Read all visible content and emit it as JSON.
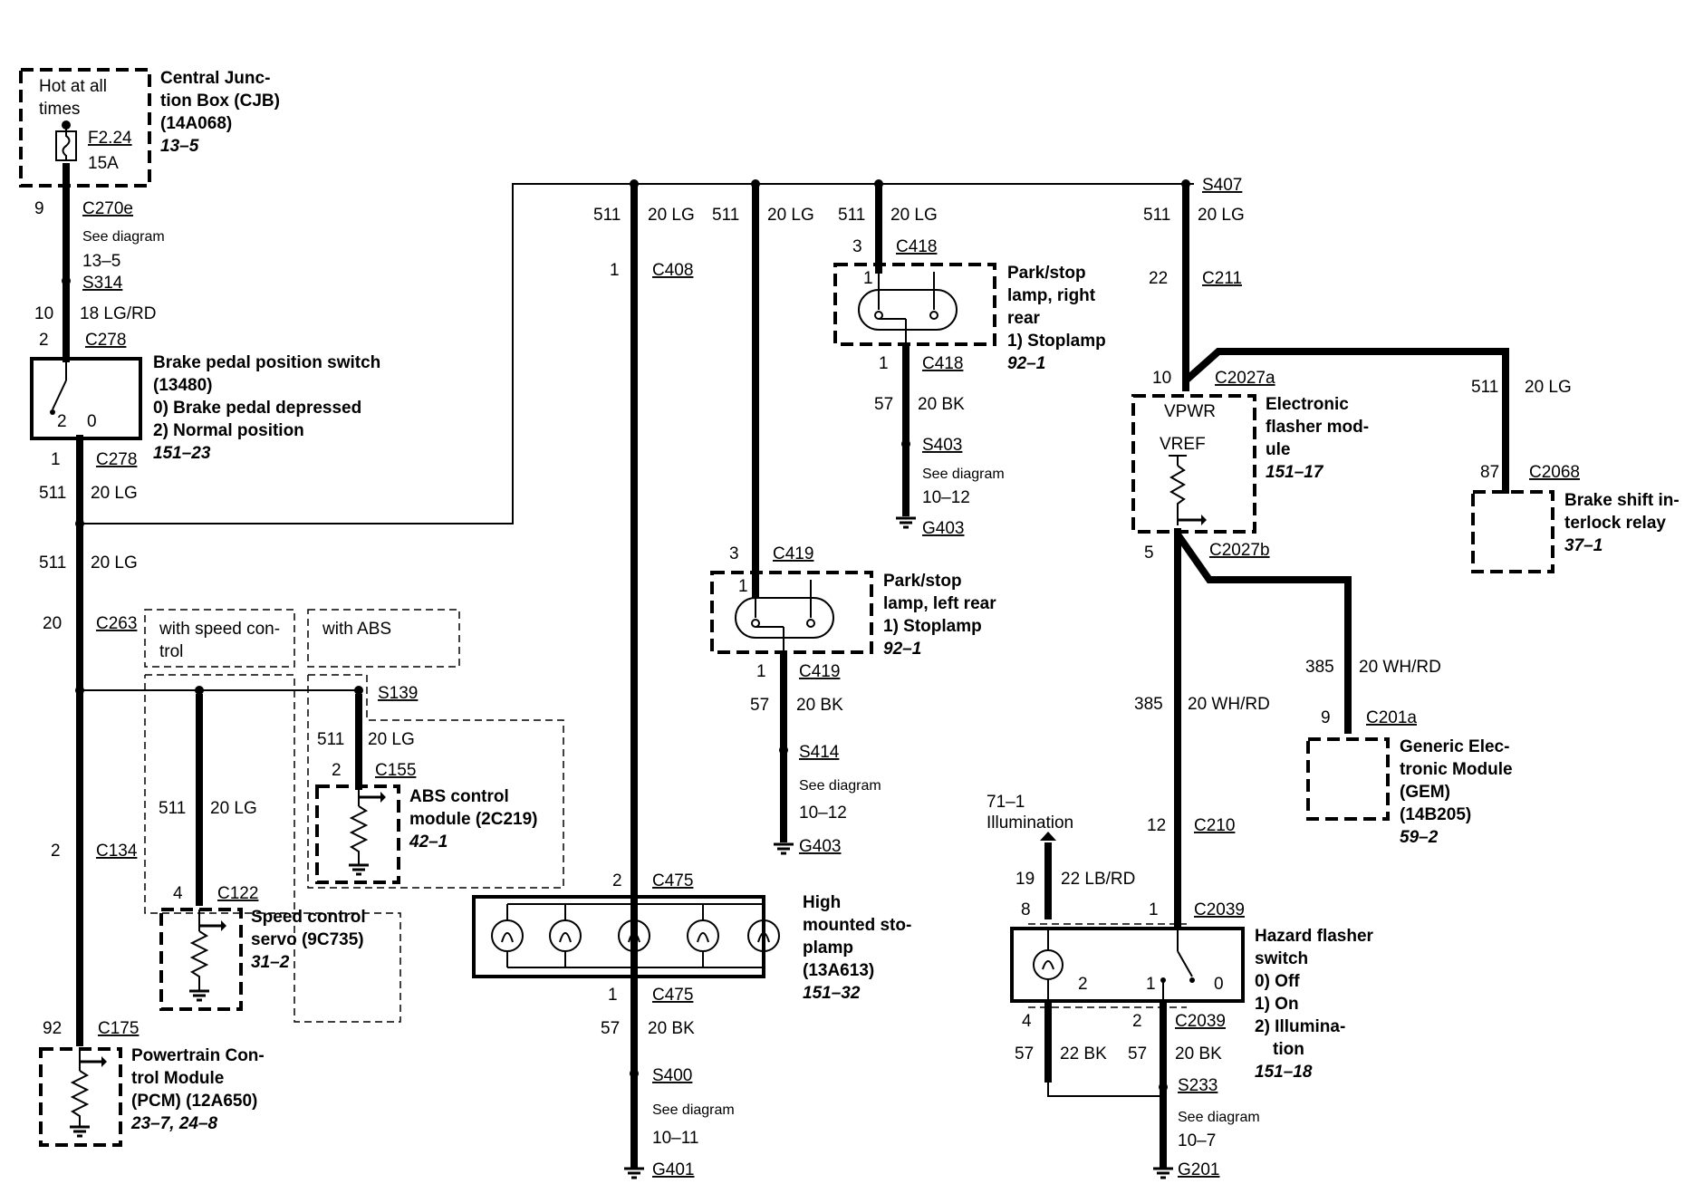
{
  "hot": {
    "line1": "Hot at all",
    "line2": "times"
  },
  "fuse": {
    "id": "F2.24",
    "rating": "15A"
  },
  "cjb": {
    "line1": "Central Junc-",
    "line2": "tion Box (CJB)",
    "line3": "(14A068)",
    "ref": "13–5"
  },
  "conn_c270e": {
    "pin": "9",
    "name": "C270e",
    "see": "See diagram",
    "ref": "13–5"
  },
  "s314": {
    "name": "S314",
    "circuit": "10",
    "wire": "18 LG/RD"
  },
  "c278_top": {
    "pin": "2",
    "name": "C278"
  },
  "bpps": {
    "line1": "Brake pedal position switch",
    "line2": "(13480)",
    "state0": "0)   Brake pedal depressed",
    "state2": "2)   Normal position",
    "ref": "151–23",
    "p2": "2",
    "p0": "0"
  },
  "c278_bot": {
    "pin": "1",
    "name": "C278"
  },
  "wire_511_a": {
    "circuit": "511",
    "wire": "20 LG"
  },
  "wire_511_b": {
    "circuit": "511",
    "wire": "20 LG"
  },
  "c263": {
    "pin": "20",
    "name": "C263"
  },
  "opt_speed": {
    "line1": "with speed con-",
    "line2": "trol"
  },
  "opt_abs": {
    "text": "with ABS"
  },
  "s139": {
    "name": "S139"
  },
  "wire_511_c": {
    "circuit": "511",
    "wire": "20 LG"
  },
  "c155": {
    "pin": "2",
    "name": "C155"
  },
  "abs": {
    "line1": "ABS control",
    "line2": "module (2C219)",
    "ref": "42–1"
  },
  "wire_511_d": {
    "circuit": "511",
    "wire": "20 LG"
  },
  "c134": {
    "pin": "2",
    "name": "C134"
  },
  "c122": {
    "pin": "4",
    "name": "C122"
  },
  "servo": {
    "line1": "Speed control",
    "line2": "servo (9C735)",
    "ref": "31–2"
  },
  "c175": {
    "pin": "92",
    "name": "C175"
  },
  "pcm": {
    "line1": "Powertrain Con-",
    "line2": "trol Module",
    "line3": "(PCM) (12A650)",
    "ref": "23–7, 24–8"
  },
  "col1": {
    "circuit": "511",
    "wire": "20 LG",
    "pin": "1",
    "conn": "C408"
  },
  "col2": {
    "circuit": "511",
    "wire": "20 LG"
  },
  "col3": {
    "circuit": "511",
    "wire": "20 LG",
    "pin": "3",
    "conn": "C418"
  },
  "rr_lamp": {
    "line1": "Park/stop",
    "line2": "lamp, right",
    "line3": "rear",
    "line4": "1)    Stoplamp",
    "ref": "92–1",
    "p1": "1"
  },
  "c418_b": {
    "pin": "1",
    "name": "C418"
  },
  "wire_57_a": {
    "circuit": "57",
    "wire": "20 BK"
  },
  "s403": {
    "name": "S403",
    "see": "See diagram",
    "ref": "10–12",
    "ground": "G403"
  },
  "s407": {
    "name": "S407",
    "circuit": "511",
    "wire": "20 LG"
  },
  "c211": {
    "pin": "22",
    "name": "C211"
  },
  "c2027a": {
    "pin": "10",
    "name": "C2027a"
  },
  "efm": {
    "vpwr": "VPWR",
    "vref": "VREF",
    "line1": "Electronic",
    "line2": "flasher mod-",
    "line3": "ule",
    "ref": "151–17"
  },
  "c2027b": {
    "pin": "5",
    "name": "C2027b"
  },
  "wire_511_e": {
    "circuit": "511",
    "wire": "20 LG"
  },
  "c2068": {
    "pin": "87",
    "name": "C2068"
  },
  "bsi": {
    "line1": "Brake shift in-",
    "line2": "terlock relay",
    "ref": "37–1"
  },
  "c419_t": {
    "pin": "3",
    "name": "C419"
  },
  "lr_lamp": {
    "line1": "Park/stop",
    "line2": "lamp, left rear",
    "line3": "1)    Stoplamp",
    "ref": "92–1",
    "p1": "1"
  },
  "c419_b": {
    "pin": "1",
    "name": "C419"
  },
  "wire_57_b": {
    "circuit": "57",
    "wire": "20 BK"
  },
  "s414": {
    "name": "S414",
    "see": "See diagram",
    "ref": "10–12",
    "ground": "G403"
  },
  "wire_385_a": {
    "circuit": "385",
    "wire": "20 WH/RD"
  },
  "wire_385_b": {
    "circuit": "385",
    "wire": "20 WH/RD"
  },
  "c201a": {
    "pin": "9",
    "name": "C201a"
  },
  "gem": {
    "line1": "Generic Elec-",
    "line2": "tronic Module",
    "line3": "(GEM)",
    "line4": "(14B205)",
    "ref": "59–2"
  },
  "illum": {
    "ref": "71–1",
    "label": "Illumination"
  },
  "c210": {
    "pin": "12",
    "name": "C210"
  },
  "wire_19": {
    "circuit": "19",
    "wire": "22 LB/RD"
  },
  "c2039_t": {
    "pin_l": "8",
    "pin_r": "1",
    "name": "C2039"
  },
  "c475_t": {
    "pin": "2",
    "name": "C475"
  },
  "chmsl": {
    "line1": "High",
    "line2": "mounted sto-",
    "line3": "plamp",
    "line4": "(13A613)",
    "ref": "151–32"
  },
  "hazard": {
    "line1": "Hazard flasher",
    "line2": "switch",
    "s0": "0)    Off",
    "s1": "1)    On",
    "s2": "2)    Illumina-",
    "s2b": "tion",
    "ref": "151–18",
    "p2": "2",
    "p1": "1",
    "p0": "0"
  },
  "c475_b": {
    "pin": "1",
    "name": "C475"
  },
  "wire_57_c": {
    "circuit": "57",
    "wire": "20 BK"
  },
  "s400": {
    "name": "S400",
    "see": "See diagram",
    "ref": "10–11",
    "ground": "G401"
  },
  "c2039_b": {
    "pin_l": "4",
    "pin_r": "2",
    "name": "C2039"
  },
  "wire_57_d": {
    "circuit": "57",
    "wire": "22 BK"
  },
  "wire_57_e": {
    "circuit": "57",
    "wire": "20 BK"
  },
  "s233": {
    "name": "S233",
    "see": "See diagram",
    "ref": "10–7",
    "ground": "G201"
  }
}
